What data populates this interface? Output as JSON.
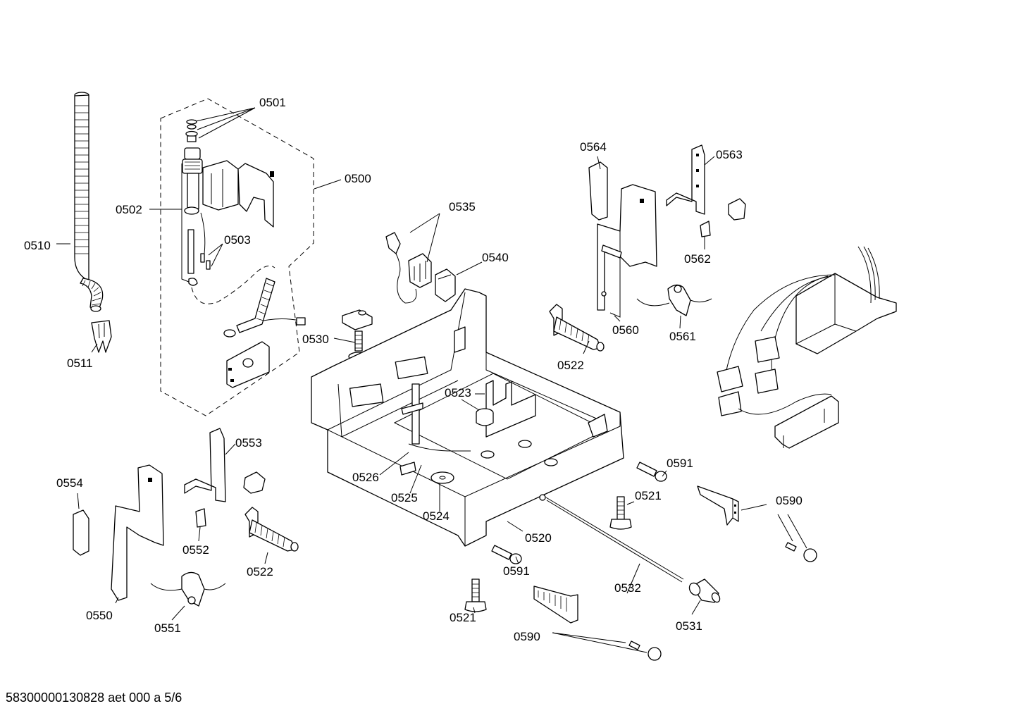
{
  "diagram": {
    "labels": {
      "p0500": "0500",
      "p0501": "0501",
      "p0502": "0502",
      "p0503": "0503",
      "p0510": "0510",
      "p0511": "0511",
      "p0520": "0520",
      "p0521a": "0521",
      "p0521b": "0521",
      "p0522a": "0522",
      "p0522b": "0522",
      "p0523": "0523",
      "p0524": "0524",
      "p0525": "0525",
      "p0526": "0526",
      "p0530": "0530",
      "p0531": "0531",
      "p0532": "0532",
      "p0535": "0535",
      "p0540": "0540",
      "p0550": "0550",
      "p0551": "0551",
      "p0552": "0552",
      "p0553": "0553",
      "p0554": "0554",
      "p0560": "0560",
      "p0561": "0561",
      "p0562": "0562",
      "p0563": "0563",
      "p0564": "0564",
      "p0590a": "0590",
      "p0590b": "0590",
      "p0591a": "0591",
      "p0591b": "0591"
    },
    "footer": "58300000130828 aet 000 a 5/6"
  }
}
